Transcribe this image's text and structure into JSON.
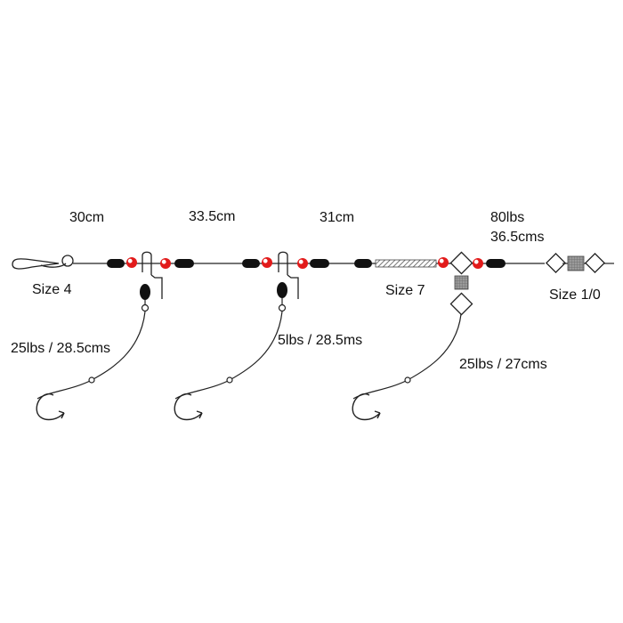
{
  "labels": {
    "seg1_length": "30cm",
    "seg2_length": "33.5cm",
    "seg3_length": "31cm",
    "main_line_strength": "80lbs",
    "main_line_length": "36.5cms",
    "hook1_size": "Size 4",
    "hook3_size": "Size 7",
    "swivel_size": "Size 1/0",
    "snood1": "25lbs / 28.5cms",
    "snood2": "5lbs / 28.5ms",
    "snood3": "25lbs / 27cms"
  },
  "colors": {
    "line": "#222222",
    "bead_red": "#e21b1b",
    "bead_black": "#111111",
    "swivel_fill": "#9a9a9a"
  },
  "icons": [
    "clip-icon",
    "bead-icon",
    "crimp-icon",
    "swivel-icon",
    "hook-icon",
    "sleeve-icon"
  ]
}
